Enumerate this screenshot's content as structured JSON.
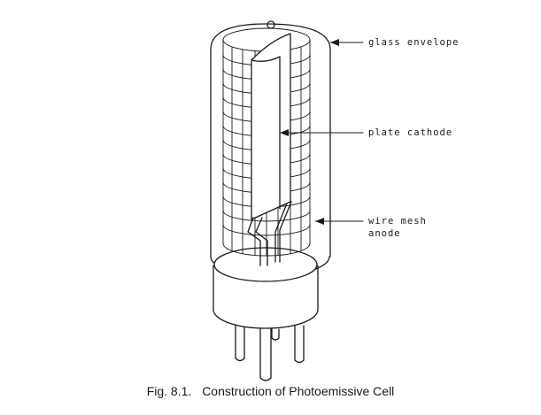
{
  "labels": {
    "glass_envelope": "glass envelope",
    "plate_cathode": "plate cathode",
    "wire_mesh_line1": "wire mesh",
    "wire_mesh_line2": "anode"
  },
  "caption": {
    "figure_number": "Fig. 8.1.",
    "title": "Construction of Photoemissive Cell"
  },
  "colors": {
    "ink": "#1a1a1a",
    "background": "#ffffff"
  }
}
